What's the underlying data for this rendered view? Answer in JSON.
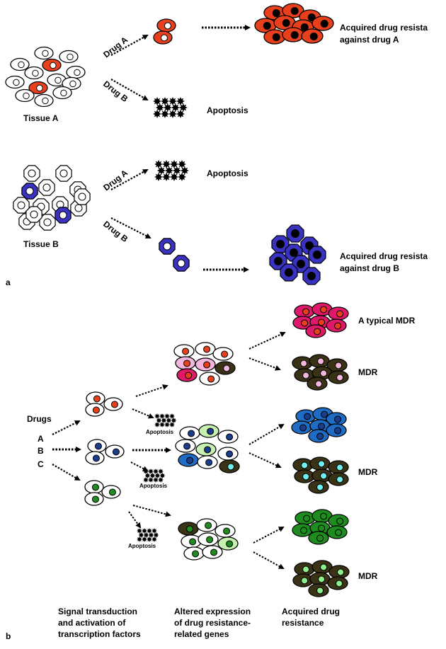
{
  "panel_a": {
    "label": "a",
    "tissue_a": "Tissue A",
    "tissue_b": "Tissue B",
    "drug_a": "Drug A",
    "drug_b": "Drug B",
    "apoptosis": "Apoptosis",
    "resist_a_line1": "Acquired drug resista",
    "resist_a_line2": "against drug A",
    "resist_b_line1": "Acquired drug resista",
    "resist_b_line2": "against drug B"
  },
  "panel_b": {
    "label": "b",
    "drugs": "Drugs",
    "drug_letters": [
      "A",
      "B",
      "C"
    ],
    "apoptosis": "Apoptosis",
    "outcomes": [
      "A typical MDR",
      "MDR",
      "MDR",
      "MDR"
    ],
    "col1": [
      "Signal transduction",
      "and activation of",
      "transcription factors"
    ],
    "col2": [
      "Altered expression",
      "of drug resistance-",
      "related genes"
    ],
    "col3": [
      "Acquired drug",
      "resistance"
    ]
  },
  "colors": {
    "red": "#e8401c",
    "pink": "#e0186a",
    "lightpink": "#f2b6dd",
    "blue": "#3a32c0",
    "navy": "#1a3e8c",
    "skyblue": "#1e6cc4",
    "cyan": "#6ef0f0",
    "lightgreen": "#c8f0b0",
    "green": "#1e8c1e",
    "dark": "#3a3216",
    "mint": "#8cf08c"
  }
}
